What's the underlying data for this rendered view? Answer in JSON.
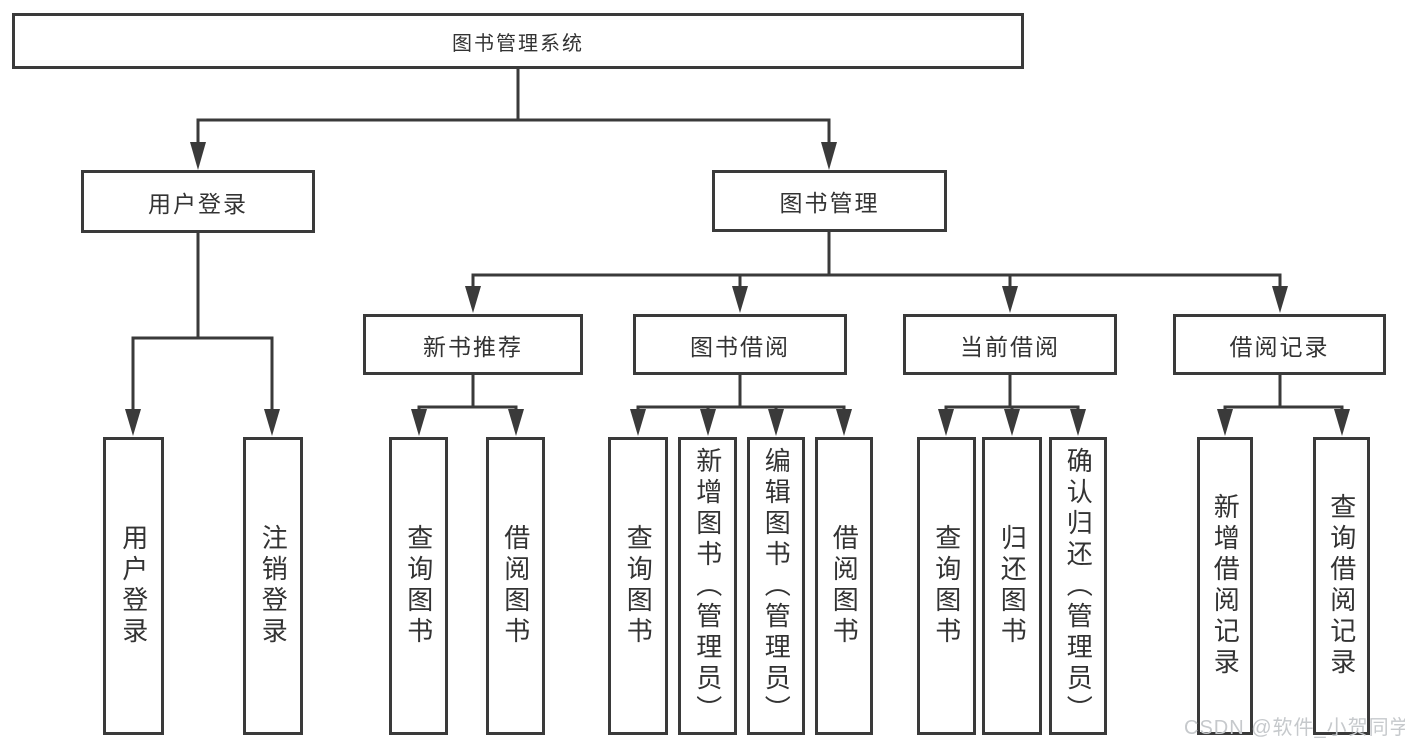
{
  "diagram": {
    "root": {
      "label": "图书管理系统"
    },
    "level2": [
      {
        "label": "用户登录"
      },
      {
        "label": "图书管理"
      }
    ],
    "level3": [
      {
        "label": "新书推荐"
      },
      {
        "label": "图书借阅"
      },
      {
        "label": "当前借阅"
      },
      {
        "label": "借阅记录"
      }
    ],
    "leaves": [
      {
        "label": "用户登录"
      },
      {
        "label": "注销登录"
      },
      {
        "label": "查询图书"
      },
      {
        "label": "借阅图书"
      },
      {
        "label": "查询图书"
      },
      {
        "label": "新增图书（管理员）"
      },
      {
        "label": "编辑图书（管理员）"
      },
      {
        "label": "借阅图书"
      },
      {
        "label": "查询图书"
      },
      {
        "label": "归还图书"
      },
      {
        "label": "确认归还（管理员）"
      },
      {
        "label": "新增借阅记录"
      },
      {
        "label": "查询借阅记录"
      }
    ]
  },
  "watermark": {
    "text": "CSDN @软件_小贺同学"
  },
  "colors": {
    "line": "#3a3a3a",
    "text": "#333333",
    "watermark": "#c6c9cc",
    "background": "#ffffff"
  }
}
